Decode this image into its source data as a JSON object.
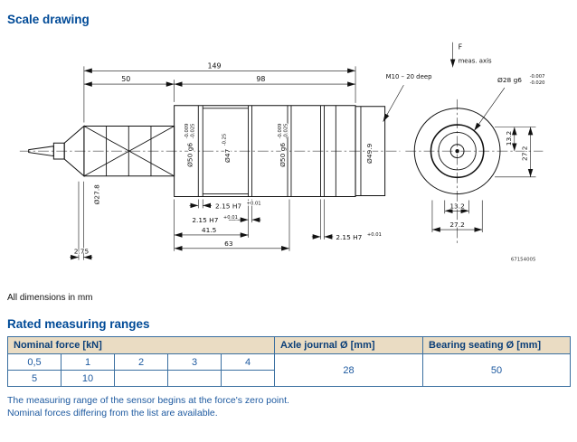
{
  "page": {
    "title": "Scale drawing",
    "units_note": "All dimensions in mm",
    "rated_title": "Rated measuring ranges",
    "footnote_zero": "The measuring range of the sensor begins at the force's zero point.",
    "footnote_custom": "Nominal forces differing from the list are available."
  },
  "drawing": {
    "len_overall": "149",
    "len_front": "50",
    "len_body": "98",
    "thread_note": "M10 – 20 deep",
    "force_label": "F",
    "meas_axis_label": "meas. axis",
    "dia_shaft": "Ø27.8",
    "dia_body_g6": "Ø50 g6",
    "dia_body_tol_upper": "-0.009",
    "dia_body_tol_lower": "-0.025",
    "dia_mid": "Ø47",
    "dia_mid_tol": "-0.25",
    "dia_end": "Ø49.9",
    "dia_journal": "Ø28 g6",
    "dia_journal_tol_upper": "-0.007",
    "dia_journal_tol_lower": "-0.020",
    "slot_width": "2.15 H7",
    "slot_tol": "+0.01",
    "len_41_5": "41.5",
    "len_63": "63",
    "len_2_75": "2.75",
    "len_13_2": "13.2",
    "len_27_2": "27.2",
    "drawing_number": "67154005"
  },
  "table": {
    "header_nominal": "Nominal force [kN]",
    "header_axle": "Axle journal Ø [mm]",
    "header_bearing": "Bearing seating Ø [mm]",
    "row1": [
      "0,5",
      "1",
      "2",
      "3",
      "4"
    ],
    "row2": [
      "5",
      "10"
    ],
    "axle_value": "28",
    "bearing_value": "50"
  }
}
